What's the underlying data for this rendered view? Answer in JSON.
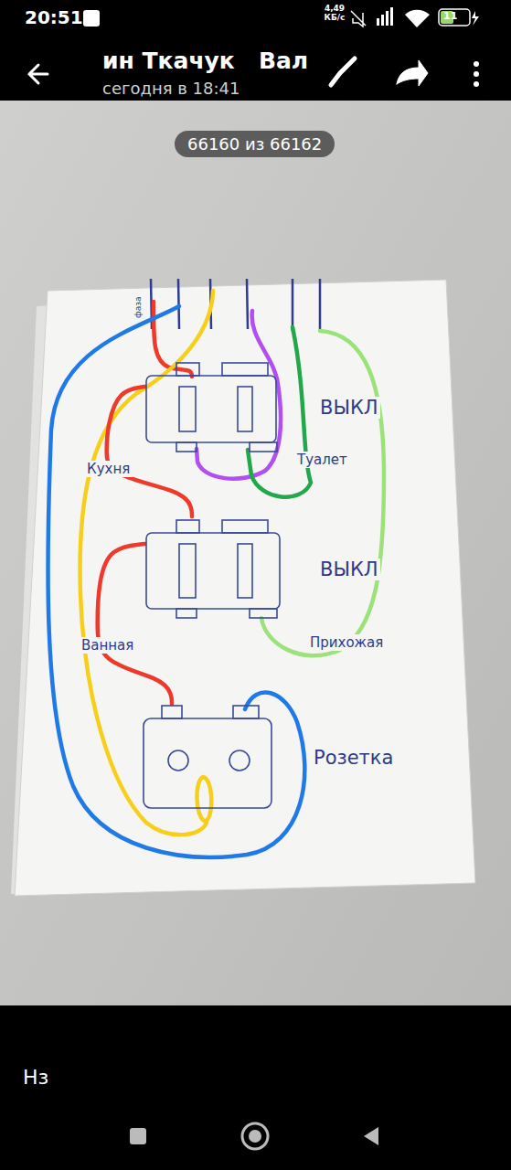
{
  "diagram": {
    "nodes": [
      {
        "text": [
          "ВЫКЛ"
        ]
      },
      {
        "text": [
          "ВЫКЛ"
        ]
      },
      {
        "text": [
          "Розетка"
        ]
      }
    ],
    "edges": [
      {
        "from": 0,
        "to": 1,
        "arrow": "none"
      },
      {
        "from": 1,
        "to": 2,
        "arrow": "none"
      }
    ],
    "labels": [
      "20:51",
      "4,49 КБ/с",
      "11",
      "ин Ткачук   Вал",
      "сегодня в 18:41",
      "66160 из 66162",
      "фаза",
      "Кухня",
      "Туалет",
      "Ванная",
      "Прихожая",
      "Нз"
    ]
  }
}
